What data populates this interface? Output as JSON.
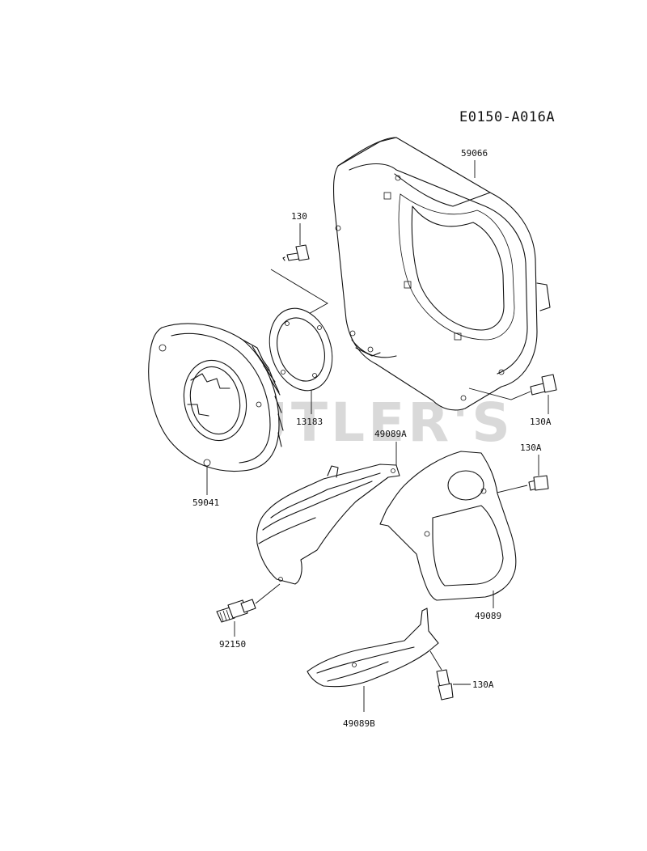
{
  "diagram": {
    "code": "E0150-A016A",
    "watermark": "CUTLER'S"
  },
  "parts": {
    "p59066": "59066",
    "p130_top": "130",
    "p13183": "13183",
    "p130A_shroud": "130A",
    "p59041": "59041",
    "p49089A": "49089A",
    "p130A_mid": "130A",
    "p49089": "49089",
    "p92150": "92150",
    "p130A_bottom": "130A",
    "p49089B": "49089B"
  }
}
